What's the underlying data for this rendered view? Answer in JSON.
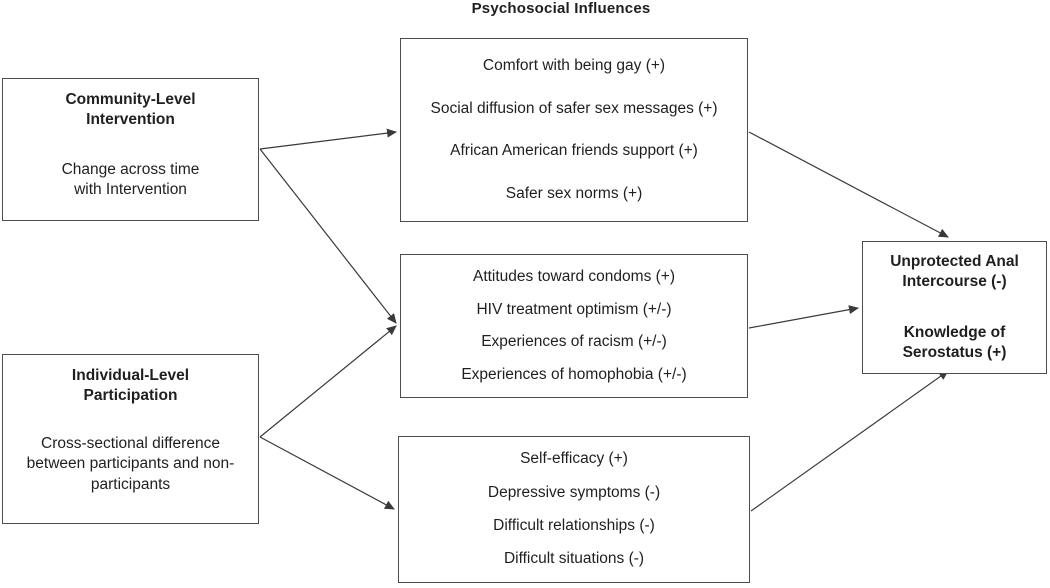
{
  "title": "Psychosocial Influences",
  "boxes": {
    "community_intervention": {
      "heading": "Community-Level Intervention",
      "body": "Change across time with Intervention"
    },
    "individual_participation": {
      "heading": "Individual-Level Participation",
      "body": "Cross-sectional difference between participants and non-participants"
    },
    "psychosocial_top": {
      "items": [
        "Comfort with being gay (+)",
        "Social diffusion of safer sex messages (+)",
        "African American friends support (+)",
        "Safer sex norms (+)"
      ]
    },
    "psychosocial_middle": {
      "items": [
        "Attitudes toward condoms (+)",
        "HIV treatment optimism (+/-)",
        "Experiences of racism (+/-)",
        "Experiences of homophobia (+/-)"
      ]
    },
    "psychosocial_bottom": {
      "items": [
        "Self-efficacy (+)",
        "Depressive symptoms (-)",
        "Difficult relationships (-)",
        "Difficult situations (-)"
      ]
    },
    "outcomes": {
      "line1": "Unprotected Anal Intercourse (-)",
      "line2": "Knowledge of Serostatus (+)"
    }
  },
  "edges": [
    {
      "from": "community_intervention",
      "to": "psychosocial_top"
    },
    {
      "from": "community_intervention",
      "to": "psychosocial_middle"
    },
    {
      "from": "individual_participation",
      "to": "psychosocial_middle"
    },
    {
      "from": "individual_participation",
      "to": "psychosocial_bottom"
    },
    {
      "from": "psychosocial_top",
      "to": "outcomes"
    },
    {
      "from": "psychosocial_middle",
      "to": "outcomes"
    },
    {
      "from": "psychosocial_bottom",
      "to": "outcomes"
    }
  ],
  "colors": {
    "text": "#1f1f1f",
    "border": "#4d4d4d",
    "arrow": "#3a3a3a",
    "background": "#ffffff"
  }
}
